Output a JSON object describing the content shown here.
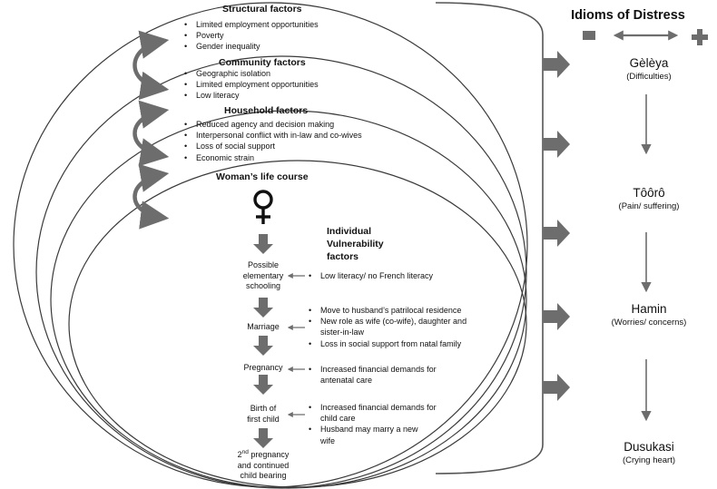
{
  "levels": {
    "structural": {
      "title": "Structural factors",
      "items": [
        "Limited employment opportunities",
        "Poverty",
        "Gender inequality"
      ]
    },
    "community": {
      "title": "Community factors",
      "items": [
        "Geographic isolation",
        "Limited employment opportunities",
        "Low literacy"
      ]
    },
    "household": {
      "title": "Household factors",
      "items": [
        "Reduced agency and decision making",
        "Interpersonal conflict with in-law and co-wives",
        "Loss of social support",
        "Economic strain"
      ]
    },
    "life_course": {
      "title": "Woman’s life course",
      "symbol_icon": "female-symbol-icon"
    }
  },
  "stages": [
    {
      "lines": [
        "Possible",
        "elementary",
        "schooling"
      ]
    },
    {
      "lines": [
        "Marriage"
      ]
    },
    {
      "lines": [
        "Pregnancy"
      ]
    },
    {
      "lines": [
        "Birth of",
        "first child"
      ]
    },
    {
      "ordinal": "2",
      "ordinal_sup": "nd",
      "first_rest": " pregnancy",
      "lines": [
        "and continued",
        "child bearing"
      ]
    }
  ],
  "individual_vulnerability": {
    "title_lines": [
      "Individual",
      "Vulnerability",
      "factors"
    ],
    "groups": [
      [
        "Low literacy/ no French literacy"
      ],
      [
        "Move to husband’s patrilocal residence",
        "New role as wife (co-wife), daughter and sister-in-law",
        "Loss in social support from natal family"
      ],
      [
        "Increased financial demands for antenatal care"
      ],
      [
        "Increased financial demands for child care",
        "Husband may marry a new wife"
      ]
    ]
  },
  "idioms": {
    "title": "Idioms of Distress",
    "scale": {
      "minus_symbol": "minus-icon",
      "plus_symbol": "plus-icon"
    },
    "items": [
      {
        "name": "Gèlèya",
        "translation": "(Difficulties)"
      },
      {
        "name": "Tôôrô",
        "translation": "(Pain/ suffering)"
      },
      {
        "name": "Hamin",
        "translation": "(Worries/ concerns)"
      },
      {
        "name": "Dusukasi",
        "translation": "(Crying heart)"
      }
    ]
  },
  "colors": {
    "arrow": "#6d6d6d",
    "outline": "#3a3a3a",
    "text": "#111111"
  }
}
